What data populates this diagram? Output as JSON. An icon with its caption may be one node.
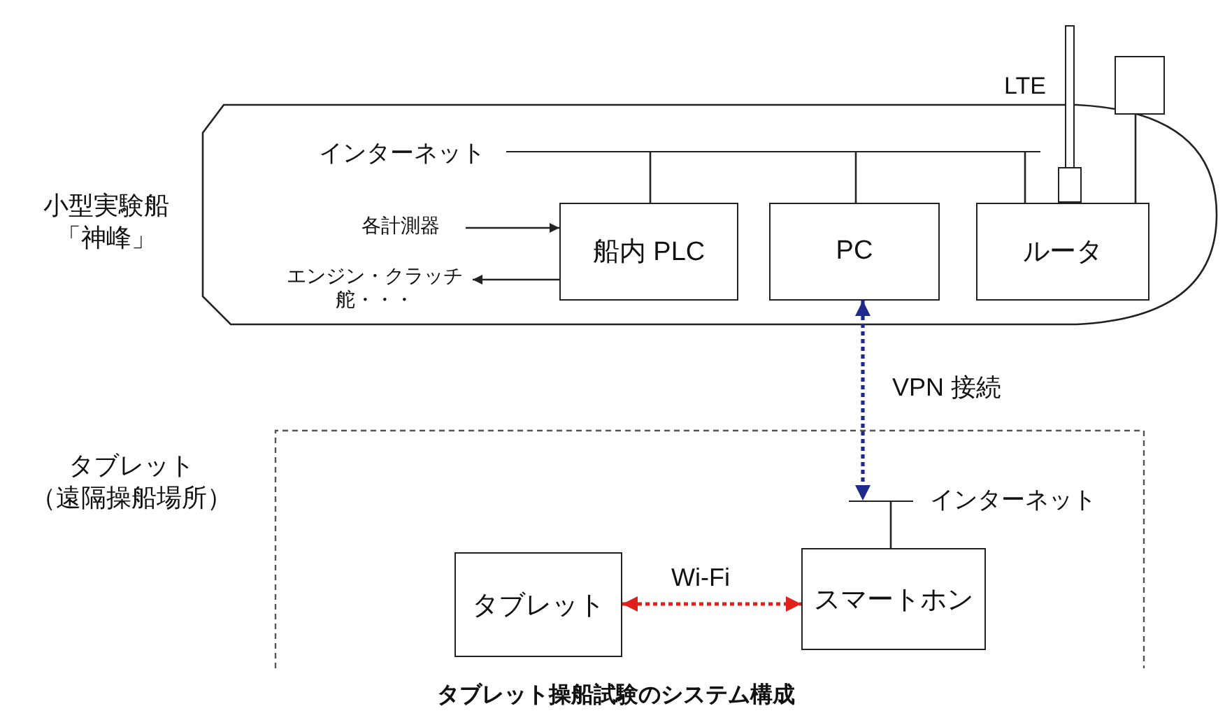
{
  "diagram": {
    "caption": "タブレット操船試験のシステム構成",
    "nodes": [
      {
        "text": [
          "小型実験船「神峰」"
        ]
      },
      {
        "text": [],
        "shape": "bar",
        "beside": [
          "インターネット"
        ],
        "in": 0
      },
      {
        "text": [
          "各計測器"
        ],
        "in": 0
      },
      {
        "text": [
          "エンジン・クラッチ舵・・・"
        ],
        "in": 0
      },
      {
        "text": [
          "船内 PLC"
        ],
        "in": 0
      },
      {
        "text": [
          "PC"
        ],
        "in": 0
      },
      {
        "text": [
          "ルータ"
        ],
        "in": 0
      },
      {
        "text": [],
        "shape": "antenna",
        "beside": [
          "LTE"
        ]
      },
      {
        "text": [],
        "shape": "box"
      },
      {
        "text": [
          "タブレット（遠隔操船場所）"
        ]
      },
      {
        "text": [],
        "shape": "bar",
        "beside": [
          "インターネット"
        ],
        "in": 9
      },
      {
        "text": [
          "タブレット"
        ],
        "in": 9
      },
      {
        "text": [
          "スマートホン"
        ],
        "in": 9
      }
    ],
    "edges": [
      {
        "from": 1,
        "to": 4,
        "arrow": "none"
      },
      {
        "from": 1,
        "to": 5,
        "arrow": "none"
      },
      {
        "from": 1,
        "to": 6,
        "arrow": "none"
      },
      {
        "from": 8,
        "to": 6,
        "arrow": "none"
      },
      {
        "from": 2,
        "to": 4,
        "arrow": "to"
      },
      {
        "from": 4,
        "to": 3,
        "arrow": "to"
      },
      {
        "from": 5,
        "to": 10,
        "arrow": "both",
        "label": "VPN 接続",
        "style": "dashed",
        "color": "#1f2a8c"
      },
      {
        "from": 10,
        "to": 12,
        "arrow": "none"
      },
      {
        "from": 11,
        "to": 12,
        "arrow": "both",
        "label": "Wi-Fi",
        "style": "dashed",
        "color": "#e0201b"
      }
    ]
  }
}
